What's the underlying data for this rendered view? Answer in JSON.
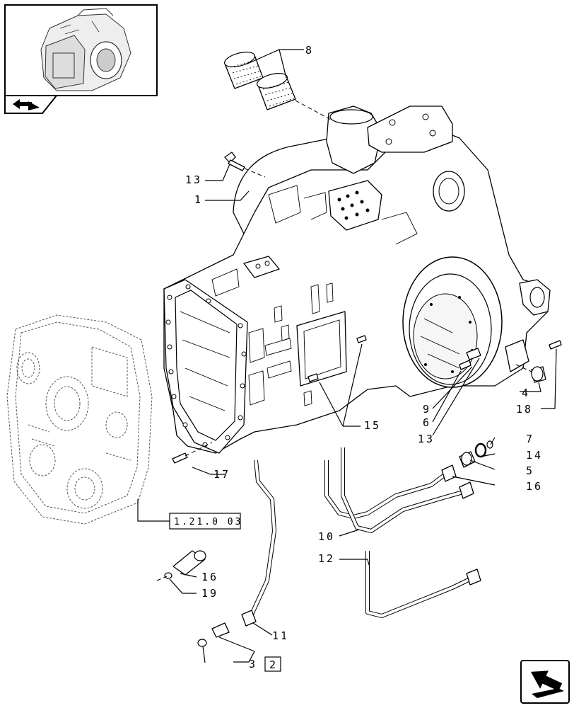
{
  "callouts": [
    {
      "id": "c1",
      "text": "1"
    },
    {
      "id": "c2",
      "text": "2"
    },
    {
      "id": "c3",
      "text": "3"
    },
    {
      "id": "c4",
      "text": "4"
    },
    {
      "id": "c5",
      "text": "5"
    },
    {
      "id": "c6",
      "text": "6"
    },
    {
      "id": "c7",
      "text": "7"
    },
    {
      "id": "c8",
      "text": "8"
    },
    {
      "id": "c9",
      "text": "9"
    },
    {
      "id": "c10",
      "text": "10"
    },
    {
      "id": "c11",
      "text": "11"
    },
    {
      "id": "c12",
      "text": "12"
    },
    {
      "id": "c13a",
      "text": "13"
    },
    {
      "id": "c13b",
      "text": "13"
    },
    {
      "id": "c14",
      "text": "14"
    },
    {
      "id": "c15",
      "text": "15"
    },
    {
      "id": "c16a",
      "text": "16"
    },
    {
      "id": "c16b",
      "text": "16"
    },
    {
      "id": "c17",
      "text": "17"
    },
    {
      "id": "c18",
      "text": "18"
    },
    {
      "id": "c19",
      "text": "19"
    }
  ],
  "reference_box": {
    "text": "1.21.0 03"
  },
  "kit_box": {
    "text": "2"
  },
  "icons": {
    "thumbnail_nav": "book-arrow-icon",
    "next_page": "arrow-next-icon"
  }
}
